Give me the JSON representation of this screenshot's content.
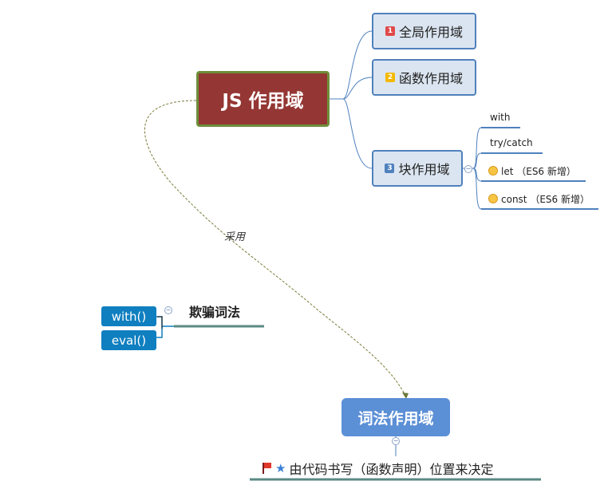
{
  "root": {
    "label": "JS 作用域"
  },
  "branches": [
    {
      "number": "1",
      "label": "全局作用域"
    },
    {
      "number": "2",
      "label": "函数作用域"
    },
    {
      "number": "3",
      "label": "块作用域"
    }
  ],
  "block_children": [
    {
      "label": "with"
    },
    {
      "label": "try/catch"
    },
    {
      "label": "let  （ES6 新增）"
    },
    {
      "label": "const （ES6 新增）"
    }
  ],
  "relationship": {
    "label": "采用"
  },
  "lexical_scope": {
    "label": "词法作用域",
    "note": "由代码书写（函数声明）位置来决定"
  },
  "deceive": {
    "label": "欺骗词法",
    "items": [
      "with()",
      "eval()"
    ]
  },
  "colors": {
    "root_fill": "#943734",
    "root_border": "#6e8f3a",
    "branch_fill": "#dbe5f1",
    "branch_border": "#4f81bd",
    "lexical_fill": "#5b8fd6",
    "pill_fill": "#0f7fc0",
    "underline": "#5a8a84"
  },
  "icons": [
    "red-flag-icon",
    "blue-star-icon",
    "smiley-icon",
    "collapse-icon"
  ]
}
